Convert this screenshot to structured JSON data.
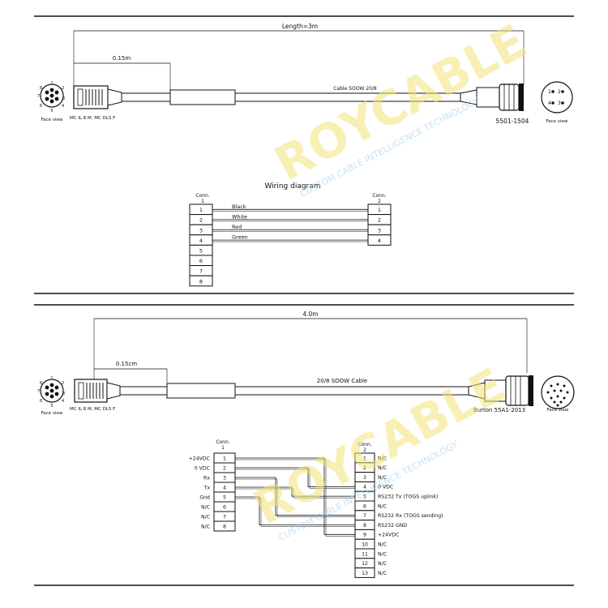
{
  "watermark": {
    "brand": "ROYCABLE",
    "tagline": "CUSTOM CABLE INTELLIGENCE TECHNOLOGY"
  },
  "drawing1": {
    "length_label": "Length=3m",
    "short_dim": "0.15m",
    "cable_label": "Cable SOOW 20/8",
    "part_number": "5501-1504",
    "left_face_label": "Face view",
    "right_face_label": "Face view",
    "conn_label": "MC IL 8 M, MC DLS F",
    "left_pins": [
      "1",
      "2",
      "3",
      "4",
      "5",
      "6",
      "7",
      "8"
    ],
    "right_pins": [
      "1",
      "2",
      "3",
      "4"
    ],
    "wiring_title": "Wiring diagram",
    "conn1_header": [
      "Conn.",
      "1"
    ],
    "conn2_header": [
      "Conn.",
      "2"
    ],
    "conn1_pins": [
      "1",
      "2",
      "3",
      "4",
      "5",
      "6",
      "7",
      "8"
    ],
    "conn2_pins": [
      "1",
      "2",
      "3",
      "4"
    ],
    "wire_colors": [
      "Black",
      "White",
      "Red",
      "Green"
    ]
  },
  "drawing2": {
    "length_label": "4.0m",
    "short_dim": "0.15cm",
    "cable_label": "20/8 SOOW Cable",
    "part_number": "Burton 55A1-2013",
    "left_face_label": "Face view",
    "right_face_label": "Face view",
    "conn_label": "MC IL 8 M, MC DLS F",
    "left_pins": [
      "1",
      "2",
      "3",
      "4",
      "5",
      "6",
      "7",
      "8"
    ],
    "conn1_header": [
      "Conn.",
      "1"
    ],
    "conn2_header": [
      "Conn.",
      "2"
    ],
    "conn1_pins": [
      "1",
      "2",
      "3",
      "4",
      "5",
      "6",
      "7",
      "8"
    ],
    "conn1_signals": [
      "+24VDC",
      "0 VDC",
      "Rx",
      "Tx",
      "Gnd",
      "N/C",
      "N/C",
      "N/C"
    ],
    "conn2_pins": [
      "1",
      "2",
      "3",
      "4",
      "5",
      "6",
      "7",
      "8",
      "9",
      "10",
      "11",
      "12",
      "13"
    ],
    "conn2_signals": [
      "N/C",
      "N/C",
      "N/C",
      "0 VDC",
      "RS232 Tx (TOGS uplink)",
      "N/C",
      "RS232 Rx (TOGS sending)",
      "RS232 GND",
      "+24VDC",
      "N/C",
      "N/C",
      "N/C",
      "N/C"
    ]
  }
}
